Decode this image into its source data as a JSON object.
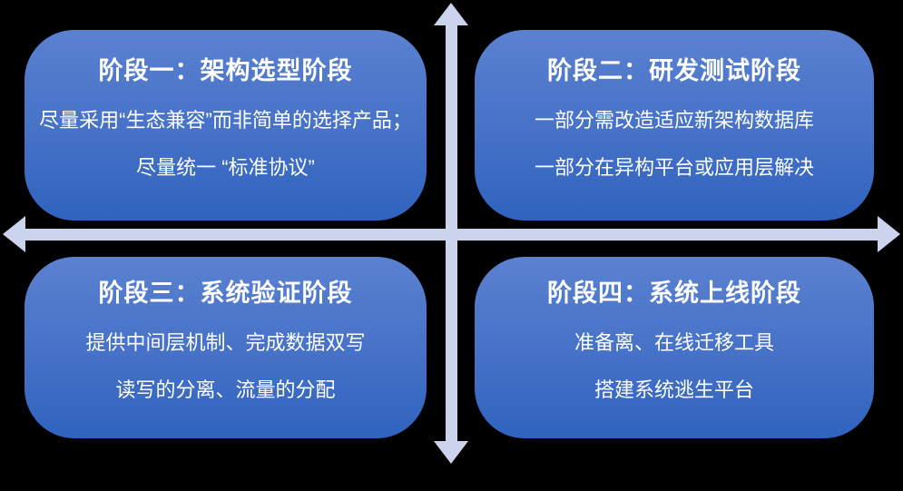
{
  "diagram": {
    "background_color": "#000000",
    "arrow_color": "#ccd3ed",
    "box_style": {
      "gradient_top": "#5b81d0",
      "gradient_bottom": "#2f63be",
      "text_color": "#ffffff"
    },
    "quadrants": [
      {
        "title": "阶段一：架构选型阶段",
        "lines": [
          "尽量采用“生态兼容”而非简单的选择产品；",
          "尽量统一 “标准协议”"
        ]
      },
      {
        "title": "阶段二：研发测试阶段",
        "lines": [
          "一部分需改造适应新架构数据库",
          "一部分在异构平台或应用层解决"
        ]
      },
      {
        "title": "阶段三：系统验证阶段",
        "lines": [
          "提供中间层机制、完成数据双写",
          "读写的分离、流量的分配"
        ]
      },
      {
        "title": "阶段四：系统上线阶段",
        "lines": [
          "准备离、在线迁移工具",
          "搭建系统逃生平台"
        ]
      }
    ]
  }
}
